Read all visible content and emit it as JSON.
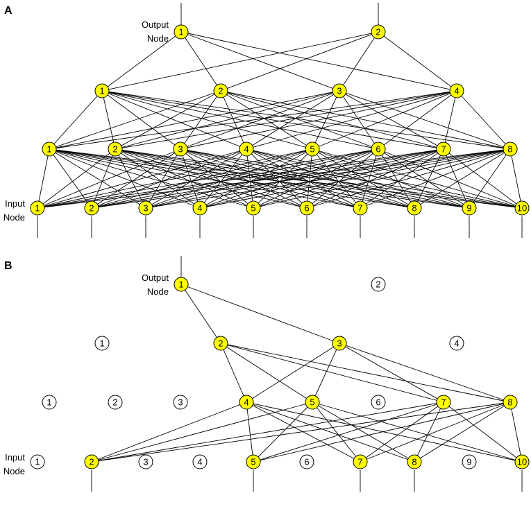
{
  "colors": {
    "active_fill": "#ffff00",
    "inactive_fill": "#ffffff",
    "stroke": "#000000",
    "edge": "#000000"
  },
  "labels": {
    "output_line1": "Output",
    "output_line2": "Node",
    "input_line1": "Input",
    "input_line2": "Node"
  },
  "panels": [
    {
      "letter": "A",
      "layers": [
        {
          "nodes": [
            {
              "label": "1",
              "active": true
            },
            {
              "label": "2",
              "active": true
            },
            {
              "label": "3",
              "active": true
            },
            {
              "label": "4",
              "active": true
            },
            {
              "label": "5",
              "active": true
            },
            {
              "label": "6",
              "active": true
            },
            {
              "label": "7",
              "active": true
            },
            {
              "label": "8",
              "active": true
            },
            {
              "label": "9",
              "active": true
            },
            {
              "label": "10",
              "active": true
            }
          ]
        },
        {
          "nodes": [
            {
              "label": "1",
              "active": true
            },
            {
              "label": "2",
              "active": true
            },
            {
              "label": "3",
              "active": true
            },
            {
              "label": "4",
              "active": true
            },
            {
              "label": "5",
              "active": true
            },
            {
              "label": "6",
              "active": true
            },
            {
              "label": "7",
              "active": true
            },
            {
              "label": "8",
              "active": true
            }
          ]
        },
        {
          "nodes": [
            {
              "label": "1",
              "active": true
            },
            {
              "label": "2",
              "active": true
            },
            {
              "label": "3",
              "active": true
            },
            {
              "label": "4",
              "active": true
            }
          ]
        },
        {
          "nodes": [
            {
              "label": "1",
              "active": true
            },
            {
              "label": "2",
              "active": true
            }
          ]
        }
      ],
      "fully_connected": true
    },
    {
      "letter": "B",
      "layers": [
        {
          "nodes": [
            {
              "label": "1",
              "active": false
            },
            {
              "label": "2",
              "active": true
            },
            {
              "label": "3",
              "active": false
            },
            {
              "label": "4",
              "active": false
            },
            {
              "label": "5",
              "active": true
            },
            {
              "label": "6",
              "active": false
            },
            {
              "label": "7",
              "active": true
            },
            {
              "label": "8",
              "active": true
            },
            {
              "label": "9",
              "active": false
            },
            {
              "label": "10",
              "active": true
            }
          ]
        },
        {
          "nodes": [
            {
              "label": "1",
              "active": false
            },
            {
              "label": "2",
              "active": false
            },
            {
              "label": "3",
              "active": false
            },
            {
              "label": "4",
              "active": true
            },
            {
              "label": "5",
              "active": true
            },
            {
              "label": "6",
              "active": false
            },
            {
              "label": "7",
              "active": true
            },
            {
              "label": "8",
              "active": true
            }
          ]
        },
        {
          "nodes": [
            {
              "label": "1",
              "active": false
            },
            {
              "label": "2",
              "active": true
            },
            {
              "label": "3",
              "active": true
            },
            {
              "label": "4",
              "active": false
            }
          ]
        },
        {
          "nodes": [
            {
              "label": "1",
              "active": true
            },
            {
              "label": "2",
              "active": false
            }
          ]
        }
      ],
      "fully_connected": false
    }
  ]
}
